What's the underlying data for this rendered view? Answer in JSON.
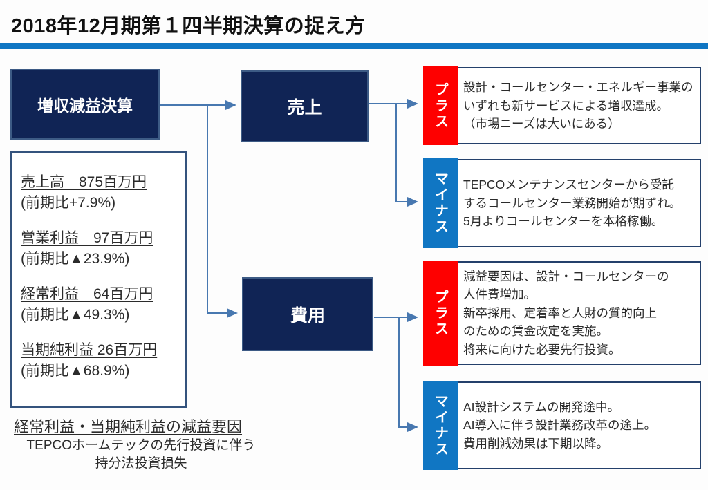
{
  "title": "2018年12月期第１四半期決算の捉え方",
  "colors": {
    "accent_bar_blue": "#1076C3",
    "navy_box": "#102455",
    "plus_red": "#FE0000",
    "minus_blue": "#1076C3",
    "arrow_blue": "#4878B0"
  },
  "flow": {
    "summary_box": "増収減益決算",
    "sales_box": "売上",
    "cost_box": "費用"
  },
  "financials": {
    "items": [
      {
        "headline": "売上高　875百万円",
        "change": "(前期比+7.9%)"
      },
      {
        "headline": "営業利益　97百万円",
        "change": "(前期比▲23.9%)"
      },
      {
        "headline": "経常利益　64百万円",
        "change": "(前期比▲49.3%)"
      },
      {
        "headline": "当期純利益 26百万円",
        "change": "(前期比▲68.9%)"
      }
    ]
  },
  "footnote": {
    "heading": "経常利益・当期純利益の減益要因",
    "line1": "TEPCOホームテックの先行投資に伴う",
    "line2": "持分法投資損失"
  },
  "factors": {
    "rows": [
      {
        "type": "plus",
        "tag": "プラス",
        "lines": [
          "設計・コールセンター・エネルギー事業の",
          "いずれも新サービスによる増収達成。",
          "（市場ニーズは大いにある）"
        ]
      },
      {
        "type": "minus",
        "tag": "マイナス",
        "lines": [
          "TEPCOメンテナンスセンターから受託",
          "するコールセンター業務開始が期ずれ。",
          "5月よりコールセンターを本格稼働。"
        ]
      },
      {
        "type": "plus",
        "tag": "プラス",
        "lines": [
          "減益要因は、設計・コールセンターの",
          "人件費増加。",
          "新卒採用、定着率と人財の質的向上",
          "のための賃金改定を実施。",
          "将来に向けた必要先行投資。"
        ]
      },
      {
        "type": "minus",
        "tag": "マイナス",
        "lines": [
          "AI設計システムの開発途中。",
          "AI導入に伴う設計業務改革の途上。",
          "費用削減効果は下期以降。"
        ]
      }
    ]
  }
}
